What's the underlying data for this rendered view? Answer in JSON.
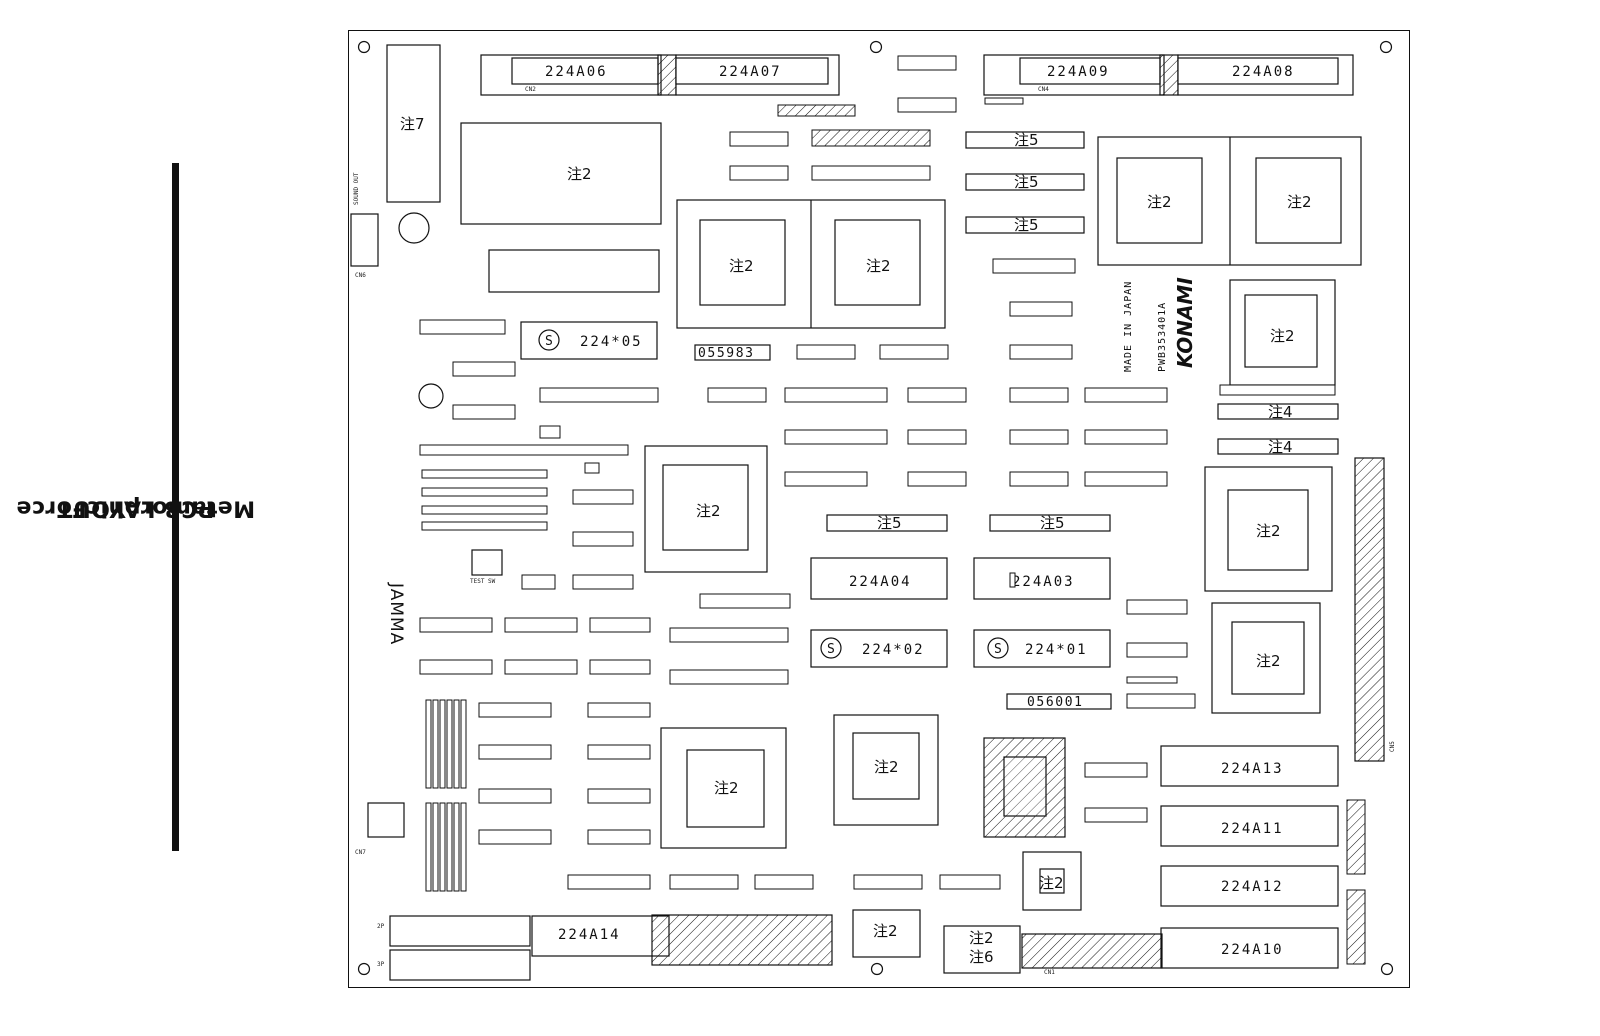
{
  "title": {
    "brand": "MetamorphicForce",
    "suffix": "PCB LAYOUT"
  },
  "board": {
    "konami_logo": "KONAMI",
    "made_in": "MADE IN JAPAN",
    "pcb_number": "PWB353401A",
    "jamma": "JAMMA",
    "roms": {
      "a06": "224A06",
      "a07": "224A07",
      "a09": "224A09",
      "a08": "224A08",
      "a04": "224A04",
      "a03": "224A03",
      "a13": "224A13",
      "a11": "224A11",
      "a12": "224A12",
      "a10": "224A10",
      "a14": "224A14",
      "x05": "224*05",
      "x02": "224*02",
      "x01": "224*01"
    },
    "customs": {
      "c055983": "055983",
      "c056001": "056001"
    },
    "notes": {
      "n2": "注2",
      "n4": "注4",
      "n5": "注5",
      "n6": "注6",
      "n7": "注7"
    },
    "socket_mark": "S",
    "silk": {
      "sound_out": "SOUND OUT",
      "test_sw": "TEST SW",
      "cn1": "CN1",
      "cn2": "CN2",
      "cn4": "CN4",
      "cn5": "CN5",
      "cn6": "CN6",
      "cn7": "CN7",
      "p2": "2P",
      "p3": "3P"
    }
  }
}
